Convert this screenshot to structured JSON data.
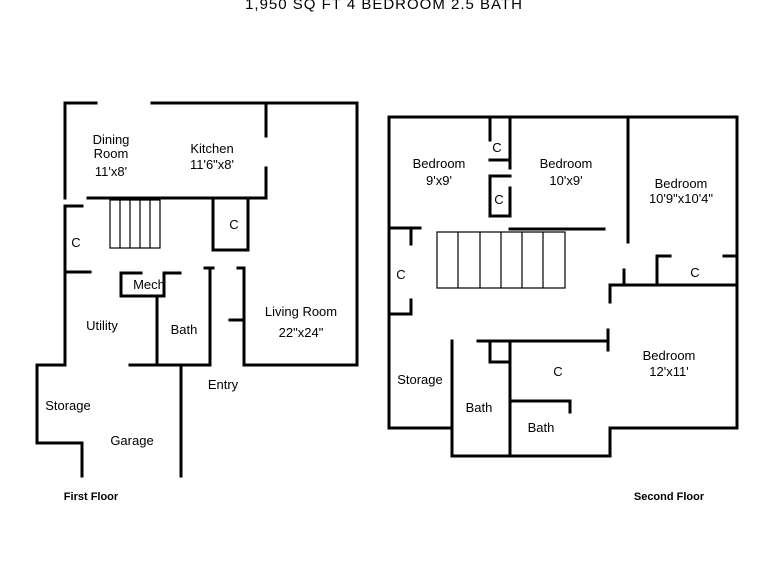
{
  "header": {
    "summary": "1,950 SQ FT  4 BEDROOM   2.5 BATH"
  },
  "first_floor": {
    "caption": "First Floor",
    "dining_name": "Dining\nRoom",
    "dining_size": "11'x8'",
    "kitchen_name": "Kitchen",
    "kitchen_size": "11'6\"x8'",
    "closet_left": "C",
    "closet_center": "C",
    "mech": "Mech",
    "utility": "Utility",
    "bath": "Bath",
    "living_name": "Living Room",
    "living_size": "22\"x24\"",
    "entry": "Entry",
    "storage": "Storage",
    "garage": "Garage"
  },
  "second_floor": {
    "caption": "Second Floor",
    "bed1_name": "Bedroom",
    "bed1_size": "9'x9'",
    "bed2_name": "Bedroom",
    "bed2_size": "10'x9'",
    "bed3_name": "Bedroom",
    "bed3_size": "10'9\"x10'4\"",
    "bed4_name": "Bedroom",
    "bed4_size": "12'x11'",
    "closet_a": "C",
    "closet_b": "C",
    "closet_left": "C",
    "closet_bed3": "C",
    "closet_mid": "C",
    "storage": "Storage",
    "bath1": "Bath",
    "bath2": "Bath"
  }
}
